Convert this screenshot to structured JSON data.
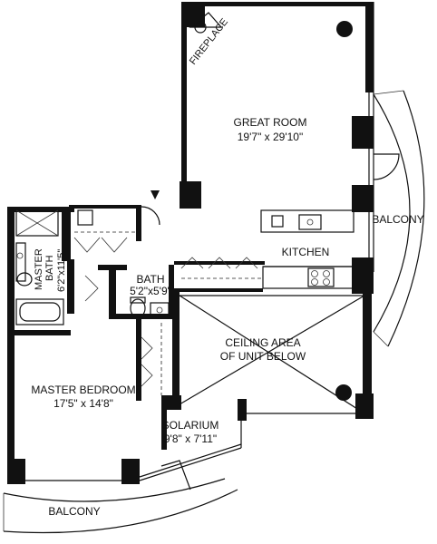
{
  "rooms": {
    "great_room": {
      "name": "GREAT ROOM",
      "dims": "19'7\" x 29'10\""
    },
    "kitchen": {
      "name": "KITCHEN"
    },
    "balcony_east": {
      "name": "BALCONY"
    },
    "master_bath": {
      "name": "MASTER",
      "name2": "BATH",
      "dims": "6'2\"x11'5\""
    },
    "bath": {
      "name": "BATH",
      "dims": "5'2\"x5'9\""
    },
    "ceiling_area": {
      "line1": "CEILING AREA",
      "line2": "OF UNIT BELOW"
    },
    "master_bedroom": {
      "name": "MASTER BEDROOM",
      "dims": "17'5\" x 14'8\""
    },
    "solarium": {
      "name": "SOLARIUM",
      "dims": "9'8\" x 7'11\""
    },
    "balcony_south": {
      "name": "BALCONY"
    }
  },
  "fixtures": {
    "fireplace": "FIREPLACE"
  }
}
